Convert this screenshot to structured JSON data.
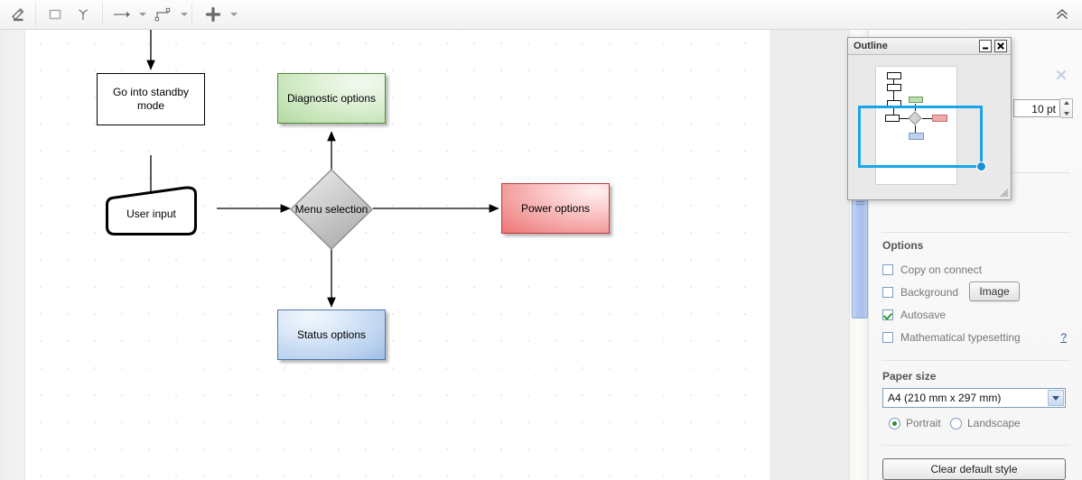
{
  "toolbar": {
    "buttons": [
      {
        "name": "pen-edit-style-icon",
        "title": "Edit style"
      },
      {
        "name": "shape-rectangle-icon",
        "title": "Shape"
      },
      {
        "name": "curve-connector-icon",
        "title": "Curve"
      },
      {
        "name": "straight-arrow-icon",
        "title": "Straight arrow"
      },
      {
        "name": "elbow-connector-icon",
        "title": "Elbow connector"
      },
      {
        "name": "plus-insert-icon",
        "title": "Insert"
      }
    ],
    "collapse_label": "collapse-toolbar"
  },
  "diagram": {
    "title": "flowchart",
    "nodes": [
      {
        "id": "standby",
        "label": "Go into standby\nmode",
        "shape": "rectangle",
        "fill": "#ffffff"
      },
      {
        "id": "userinput",
        "label": "User input",
        "shape": "manual-input",
        "fill": "#ffffff"
      },
      {
        "id": "menu",
        "label": "Menu selection",
        "shape": "diamond",
        "fill": "#c8c8c8"
      },
      {
        "id": "diagnostic",
        "label": "Diagnostic options",
        "shape": "rectangle",
        "fill": "#c3e3b4"
      },
      {
        "id": "power",
        "label": "Power options",
        "shape": "rectangle",
        "fill": "#f29a9a"
      },
      {
        "id": "status",
        "label": "Status options",
        "shape": "rectangle",
        "fill": "#b7cfee"
      }
    ],
    "edges": [
      {
        "from": "top",
        "to": "standby"
      },
      {
        "from": "standby",
        "to": "userinput"
      },
      {
        "from": "userinput",
        "to": "menu"
      },
      {
        "from": "menu",
        "to": "diagnostic"
      },
      {
        "from": "menu",
        "to": "power"
      },
      {
        "from": "menu",
        "to": "status"
      }
    ],
    "node_labels": {
      "standby_line1": "Go into standby",
      "standby_line2": "mode",
      "userinput": "User input",
      "menu": "Menu selection",
      "diagnostic": "Diagnostic options",
      "power": "Power options",
      "status": "Status options"
    }
  },
  "outline": {
    "title": "Outline",
    "minimize_label": "minimize",
    "close_label": "close"
  },
  "format_panel": {
    "font_size_value": "10 pt",
    "font_size_placeholder": "10 pt",
    "close_label": "close-panel",
    "options_title": "Options",
    "options": [
      {
        "label": "Copy on connect",
        "checked": false
      },
      {
        "label": "Background",
        "checked": false
      },
      {
        "label": "Autosave",
        "checked": true
      },
      {
        "label": "Mathematical typesetting",
        "checked": false
      }
    ],
    "image_button": "Image",
    "help_link": "?",
    "paper_size_title": "Paper size",
    "paper_size_value": "A4 (210 mm x 297 mm)",
    "orientation": [
      {
        "label": "Portrait",
        "selected": true
      },
      {
        "label": "Landscape",
        "selected": false
      }
    ],
    "clear_default_style": "Clear default style"
  },
  "colors": {
    "accent_blue": "#19a6e8",
    "green_fill": "#c3e3b4",
    "red_fill": "#f29a9a",
    "blue_fill": "#b7cfee",
    "gray_fill": "#c8c8c8",
    "scrollbar_thumb": "#aec6ef",
    "link": "#35569b"
  }
}
